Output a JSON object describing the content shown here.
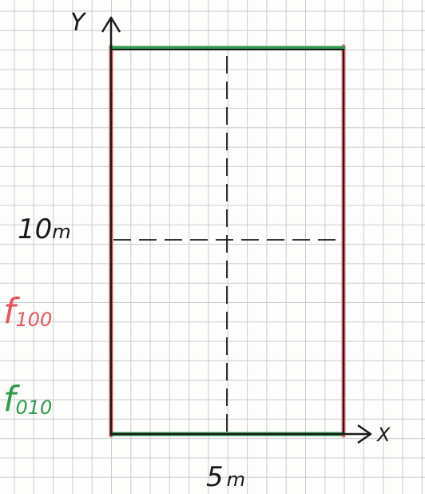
{
  "axes": {
    "y_label": "Y",
    "x_label": "X"
  },
  "dimensions": {
    "height_label": "10",
    "height_unit": "m",
    "width_label": "5",
    "width_unit": "m"
  },
  "legend": {
    "red": {
      "symbol": "f",
      "subscript": "100",
      "color": "#e8555c"
    },
    "green": {
      "symbol": "f",
      "subscript": "010",
      "color": "#2f9a4c"
    }
  },
  "colors": {
    "ink": "#1a1a1a",
    "grid": "#c9ccd0",
    "paper": "#fdfdfb"
  }
}
